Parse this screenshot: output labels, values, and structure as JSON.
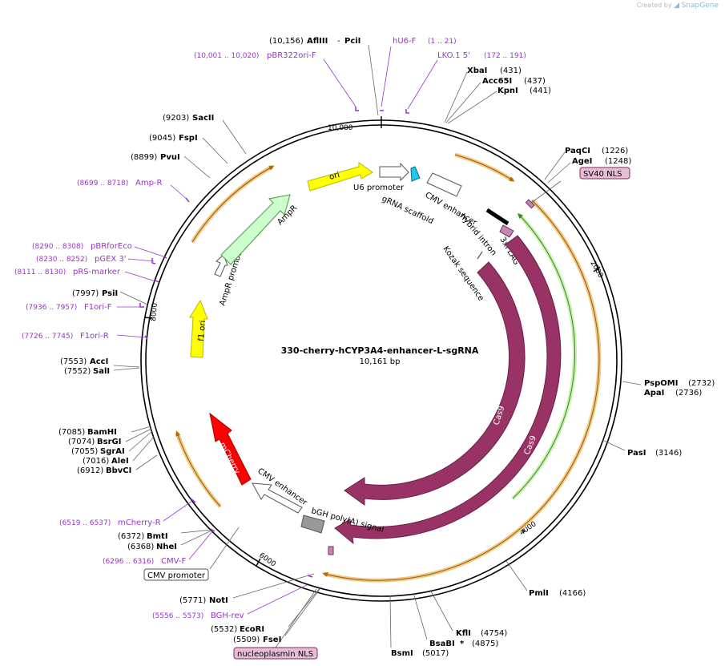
{
  "watermark": {
    "prefix": "Created by",
    "brand": "SnapGene"
  },
  "map": {
    "name": "330-cherry-hCYP3A4-enhancer-L-sgRNA",
    "length": "10,161 bp",
    "total_bp": 10161,
    "ticks": [
      {
        "bp": 0,
        "label": "10,000"
      },
      {
        "bp": 2000,
        "label": "2000"
      },
      {
        "bp": 4000,
        "label": "4000"
      },
      {
        "bp": 6000,
        "label": "6000"
      },
      {
        "bp": 8000,
        "label": "8000"
      }
    ]
  },
  "features": [
    {
      "name": "ori",
      "label": "ori",
      "color": "#ffff00",
      "stroke": "#b8b800"
    },
    {
      "name": "U6-promoter",
      "label": "U6 promoter",
      "color": "#ffffff",
      "stroke": "#555555"
    },
    {
      "name": "gRNA-scaffold",
      "label": "gRNA scaffold",
      "color": "#1ec8f0",
      "stroke": "#0a6a88"
    },
    {
      "name": "CMV-enhancer-top",
      "label": "CMV enhancer",
      "color": "#ffffff",
      "stroke": "#555555"
    },
    {
      "name": "hybrid-intron",
      "label": "hybrid intron",
      "color": "#000000",
      "stroke": "#000000"
    },
    {
      "name": "3xFLAG",
      "label": "3xFLAG",
      "color": "#c08ab0",
      "stroke": "#7b2d5e"
    },
    {
      "name": "Kozak-sequence",
      "label": "Kozak sequence",
      "color": "#555555",
      "stroke": "#555555"
    },
    {
      "name": "Cas9-inner",
      "label": "Cas9",
      "color": "#993366",
      "stroke": "#6a1f47"
    },
    {
      "name": "Cas9-outer",
      "label": "Cas9",
      "color": "#993366",
      "stroke": "#6a1f47"
    },
    {
      "name": "bGH-polyA",
      "label": "bGH poly(A) signal",
      "color": "#999999",
      "stroke": "#555555"
    },
    {
      "name": "CMV-enhancer-bottom",
      "label": "CMV enhancer",
      "color": "#ffffff",
      "stroke": "#555555"
    },
    {
      "name": "mCherry",
      "label": "mCherry",
      "color": "#ff0000",
      "stroke": "#a00000"
    },
    {
      "name": "f1-ori",
      "label": "f1 ori",
      "color": "#ffff00",
      "stroke": "#b8b800"
    },
    {
      "name": "AmpR-promoter",
      "label": "AmpR promoter",
      "color": "#ffffff",
      "stroke": "#555555"
    },
    {
      "name": "AmpR",
      "label": "AmpR",
      "color": "#ccffcc",
      "stroke": "#4a9a4a"
    }
  ],
  "sites": [
    {
      "id": "aflIII-pciI",
      "name": "AflIII",
      "extra": "PciI",
      "pos": "(10,156)"
    },
    {
      "id": "xbaI",
      "name": "XbaI",
      "pos": "(431)"
    },
    {
      "id": "acc65I",
      "name": "Acc65I",
      "pos": "(437)"
    },
    {
      "id": "kpnI",
      "name": "KpnI",
      "pos": "(441)"
    },
    {
      "id": "paqCI",
      "name": "PaqCI",
      "pos": "(1226)"
    },
    {
      "id": "ageI",
      "name": "AgeI",
      "pos": "(1248)"
    },
    {
      "id": "pspOMI",
      "name": "PspOMI",
      "pos": "(2732)"
    },
    {
      "id": "apaI",
      "name": "ApaI",
      "pos": "(2736)"
    },
    {
      "id": "pasI",
      "name": "PasI",
      "pos": "(3146)"
    },
    {
      "id": "pmlI",
      "name": "PmlI",
      "pos": "(4166)"
    },
    {
      "id": "kflI",
      "name": "KflI",
      "pos": "(4754)"
    },
    {
      "id": "bsaBI",
      "name": "BsaBI",
      "star": "*",
      "pos": "(4875)"
    },
    {
      "id": "bsmI",
      "name": "BsmI",
      "pos": "(5017)"
    },
    {
      "id": "notI",
      "name": "NotI",
      "pos": "(5771)"
    },
    {
      "id": "ecoRI",
      "name": "EcoRI",
      "pos": "(5532)"
    },
    {
      "id": "fseI",
      "name": "FseI",
      "pos": "(5509)"
    },
    {
      "id": "bmtI",
      "name": "BmtI",
      "pos": "(6372)"
    },
    {
      "id": "nheI",
      "name": "NheI",
      "pos": "(6368)"
    },
    {
      "id": "bamHI",
      "name": "BamHI",
      "pos": "(7085)"
    },
    {
      "id": "bsrGI",
      "name": "BsrGI",
      "pos": "(7074)"
    },
    {
      "id": "sgrAI",
      "name": "SgrAI",
      "pos": "(7055)"
    },
    {
      "id": "aleI",
      "name": "AleI",
      "pos": "(7016)"
    },
    {
      "id": "bbvCI",
      "name": "BbvCI",
      "pos": "(6912)"
    },
    {
      "id": "accI",
      "name": "AccI",
      "pos": "(7553)"
    },
    {
      "id": "salI",
      "name": "SalI",
      "pos": "(7552)"
    },
    {
      "id": "psiI",
      "name": "PsiI",
      "pos": "(7997)"
    },
    {
      "id": "pvuI",
      "name": "PvuI",
      "pos": "(8899)"
    },
    {
      "id": "fspI",
      "name": "FspI",
      "pos": "(9045)"
    },
    {
      "id": "sacII",
      "name": "SacII",
      "pos": "(9203)"
    }
  ],
  "primers": [
    {
      "id": "hU6-F",
      "name": "hU6-F",
      "pos": "(1 .. 21)"
    },
    {
      "id": "pBR322ori-F",
      "name": "pBR322ori-F",
      "pos": "(10,001 .. 10,020)"
    },
    {
      "id": "LKO1-5",
      "name": "LKO.1 5'",
      "pos": "(172 .. 191)"
    },
    {
      "id": "Amp-R",
      "name": "Amp-R",
      "pos": "(8699 .. 8718)"
    },
    {
      "id": "pBRforEco",
      "name": "pBRforEco",
      "pos": "(8290 .. 8308)"
    },
    {
      "id": "pGEX-3",
      "name": "pGEX 3'",
      "pos": "(8230 .. 8252)"
    },
    {
      "id": "pRS-marker",
      "name": "pRS-marker",
      "pos": "(8111 .. 8130)"
    },
    {
      "id": "F1ori-F",
      "name": "F1ori-F",
      "pos": "(7936 .. 7957)"
    },
    {
      "id": "F1ori-R",
      "name": "F1ori-R",
      "pos": "(7726 .. 7745)"
    },
    {
      "id": "mCherry-R",
      "name": "mCherry-R",
      "pos": "(6519 .. 6537)"
    },
    {
      "id": "CMV-F",
      "name": "CMV-F",
      "pos": "(6296 .. 6316)"
    },
    {
      "id": "BGH-rev",
      "name": "BGH-rev",
      "pos": "(5556 .. 5573)"
    }
  ],
  "boxed_labels": [
    {
      "id": "sv40-nls",
      "label": "SV40 NLS",
      "style": "pink"
    },
    {
      "id": "cmv-promoter",
      "label": "CMV promoter",
      "style": "white"
    },
    {
      "id": "nucleoplasmin-nls",
      "label": "nucleoplasmin NLS",
      "style": "pink"
    }
  ],
  "colors": {
    "enzyme": "#000000",
    "primer": "#9933cc",
    "backbone": "#000000",
    "orf_orange": "#f5c880",
    "orf_green": "#c8f0b0"
  }
}
